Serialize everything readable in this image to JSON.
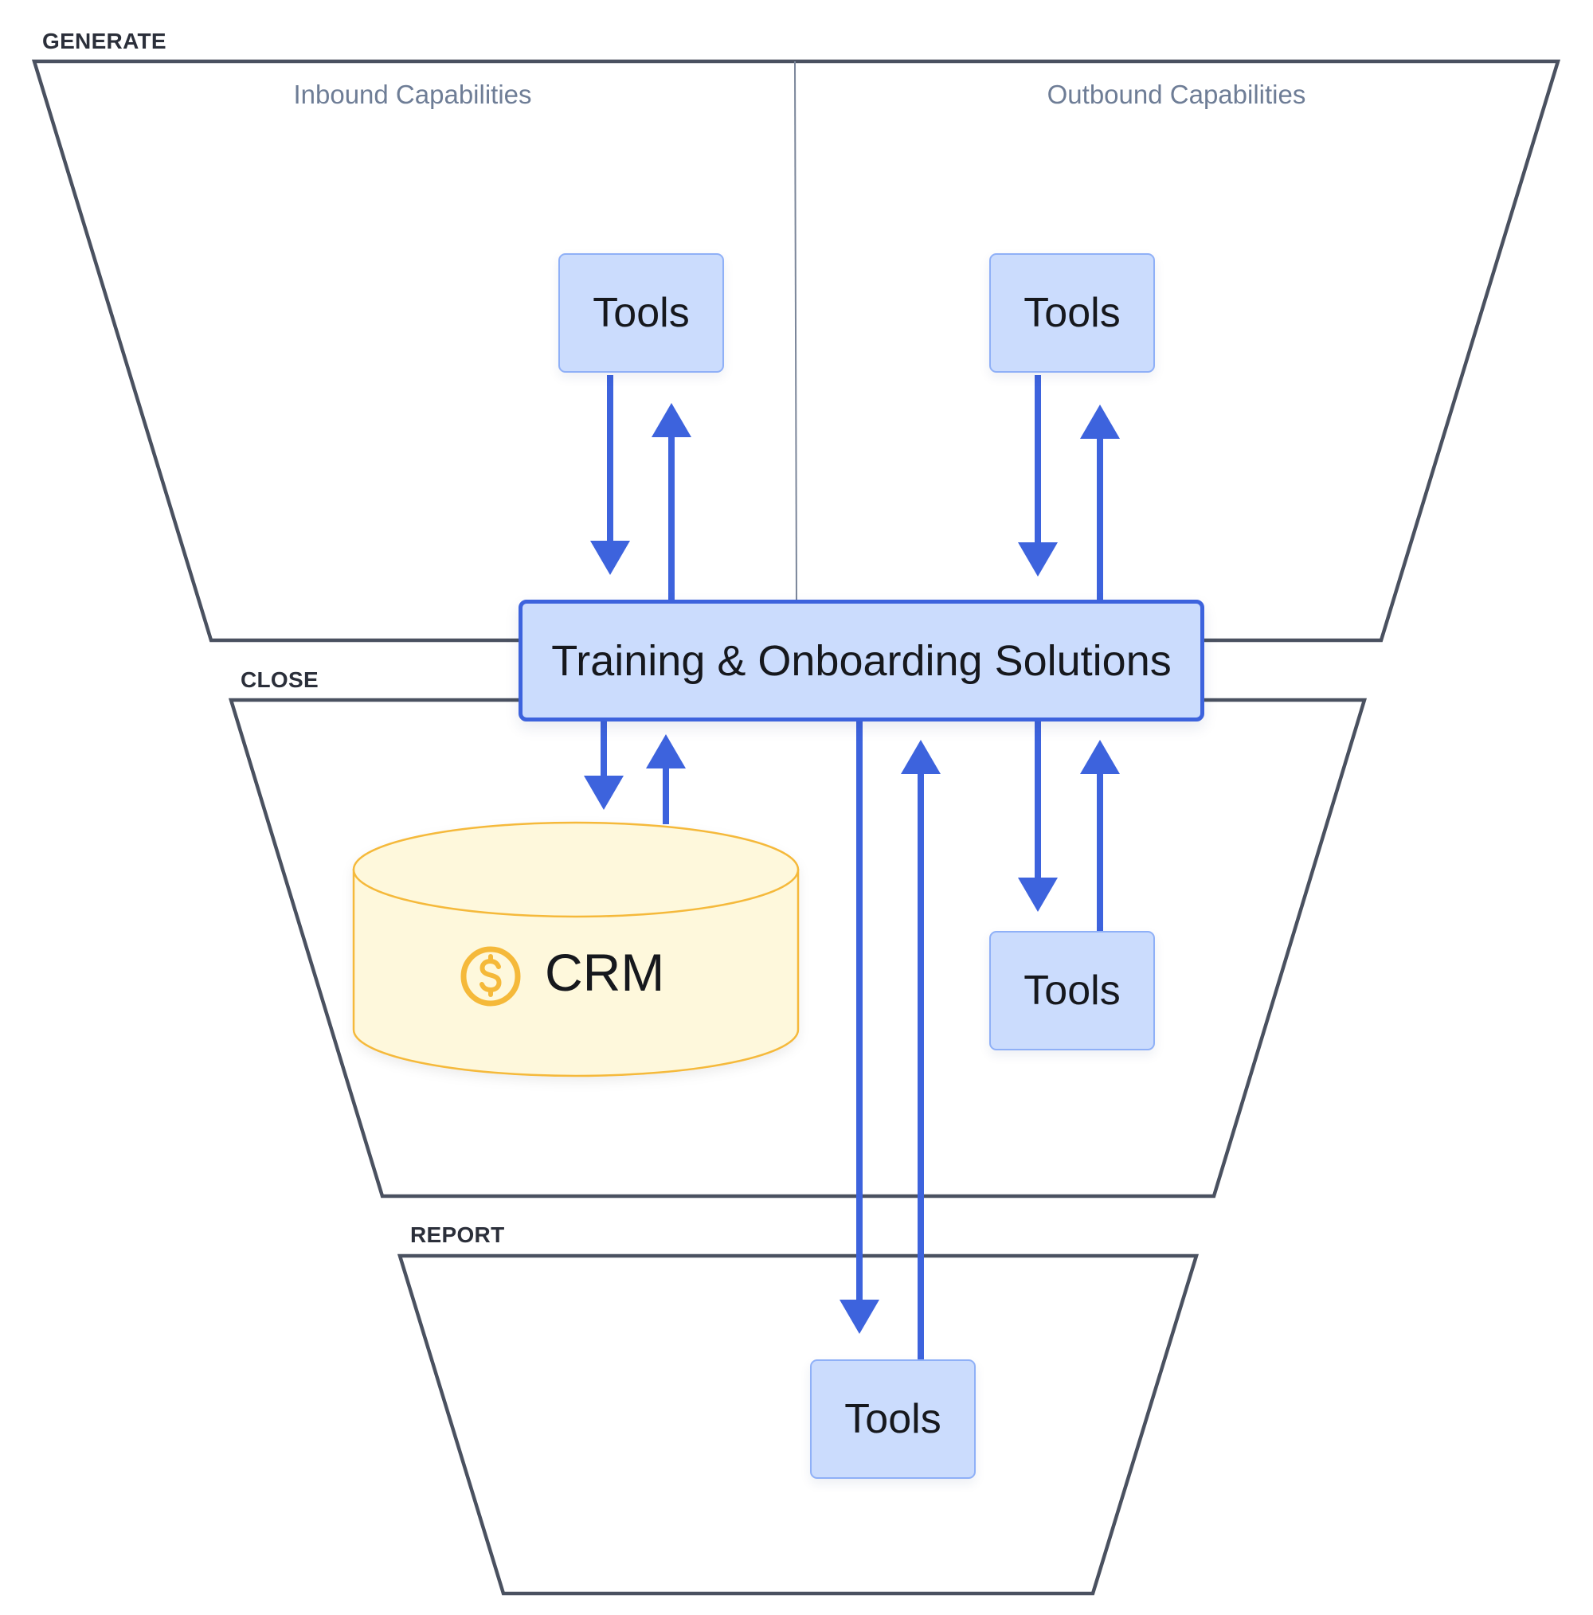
{
  "diagram": {
    "stages": [
      {
        "id": "generate",
        "label": "GENERATE"
      },
      {
        "id": "close",
        "label": "CLOSE"
      },
      {
        "id": "report",
        "label": "REPORT"
      }
    ],
    "generate_sections": {
      "inbound": "Inbound Capabilities",
      "outbound": "Outbound Capabilities"
    },
    "central_node": {
      "label": "Training & Onboarding Solutions"
    },
    "nodes": {
      "inbound_tools": {
        "label": "Tools",
        "stage": "GENERATE"
      },
      "outbound_tools": {
        "label": "Tools",
        "stage": "GENERATE"
      },
      "close_tools": {
        "label": "Tools",
        "stage": "CLOSE"
      },
      "report_tools": {
        "label": "Tools",
        "stage": "REPORT"
      },
      "crm": {
        "label": "CRM",
        "icon": "dollar-coin-icon",
        "stage": "CLOSE"
      }
    },
    "connections": [
      {
        "from": "Tools (Inbound)",
        "to": "Training & Onboarding Solutions",
        "bidirectional": true
      },
      {
        "from": "Tools (Outbound)",
        "to": "Training & Onboarding Solutions",
        "bidirectional": true
      },
      {
        "from": "Training & Onboarding Solutions",
        "to": "CRM",
        "bidirectional": true
      },
      {
        "from": "Training & Onboarding Solutions",
        "to": "Tools (Close)",
        "bidirectional": true
      },
      {
        "from": "Training & Onboarding Solutions",
        "to": "Tools (Report)",
        "bidirectional": true
      }
    ],
    "colors": {
      "arrow": "#3d63dd",
      "funnel_outline": "#4a5160",
      "tool_fill": "#cbdcfd",
      "tool_border": "#8fb0f7",
      "crm_fill": "#fef8dc",
      "crm_border": "#f5b93a",
      "section_label": "#6e7d96"
    }
  }
}
